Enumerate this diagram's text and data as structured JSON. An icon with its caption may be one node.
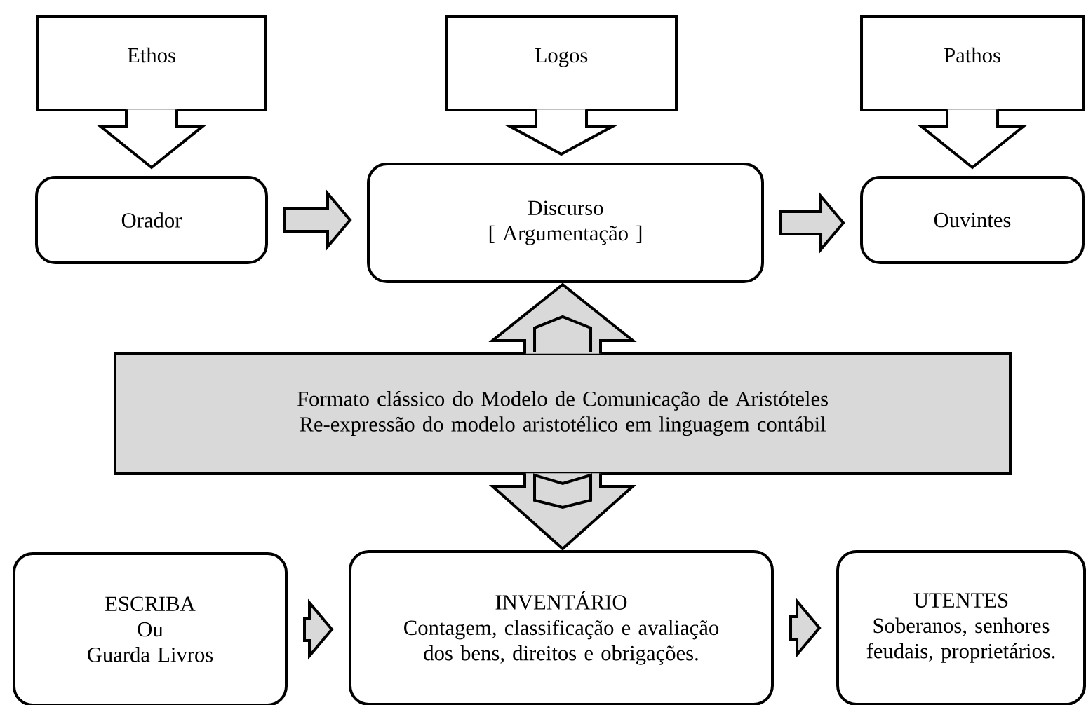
{
  "diagram": {
    "nodes": [
      {
        "text": [
          "Ethos"
        ]
      },
      {
        "text": [
          "Logos"
        ]
      },
      {
        "text": [
          "Pathos"
        ]
      },
      {
        "text": [
          "Orador"
        ]
      },
      {
        "text": [
          "Discurso",
          "[ Argumentação ]"
        ]
      },
      {
        "text": [
          "Ouvintes"
        ]
      },
      {
        "text": [
          "Formato clássico do Modelo de Comunicação de Aristóteles",
          "Re-expressão do modelo aristotélico em linguagem contábil"
        ]
      },
      {
        "text": [
          "ESCRIBA",
          "Ou",
          "Guarda Livros"
        ]
      },
      {
        "text": [
          "INVENTÁRIO",
          "Contagem, classificação e avaliação dos bens, direitos e obrigações."
        ]
      },
      {
        "text": [
          "UTENTES",
          "Soberanos, senhores feudais, proprietários."
        ]
      }
    ],
    "edges": [
      {
        "from": 0,
        "to": 3,
        "arrow": "to"
      },
      {
        "from": 1,
        "to": 4,
        "arrow": "to"
      },
      {
        "from": 2,
        "to": 5,
        "arrow": "to"
      },
      {
        "from": 3,
        "to": 4,
        "arrow": "to"
      },
      {
        "from": 4,
        "to": 5,
        "arrow": "to"
      },
      {
        "from": 6,
        "to": 4,
        "arrow": "to"
      },
      {
        "from": 6,
        "to": 8,
        "arrow": "to"
      },
      {
        "from": 7,
        "to": 8,
        "arrow": "to"
      },
      {
        "from": 8,
        "to": 9,
        "arrow": "to"
      }
    ]
  }
}
